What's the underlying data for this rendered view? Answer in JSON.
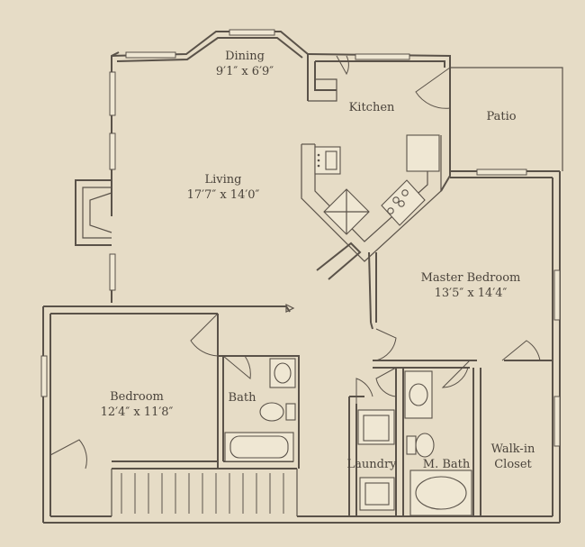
{
  "rooms": {
    "dining": {
      "name": "Dining",
      "dims": "9′1″ x 6′9″"
    },
    "kitchen": {
      "name": "Kitchen"
    },
    "patio": {
      "name": "Patio"
    },
    "living": {
      "name": "Living",
      "dims": "17′7″ x 14′0″"
    },
    "master": {
      "name": "Master Bedroom",
      "dims": "13′5″ x 14′4″"
    },
    "bedroom": {
      "name": "Bedroom",
      "dims": "12′4″ x 11′8″"
    },
    "bath": {
      "name": "Bath"
    },
    "laundry": {
      "name": "Laundry"
    },
    "mbath": {
      "name": "M. Bath"
    },
    "closet": {
      "name": "Walk-in",
      "name2": "Closet"
    }
  }
}
